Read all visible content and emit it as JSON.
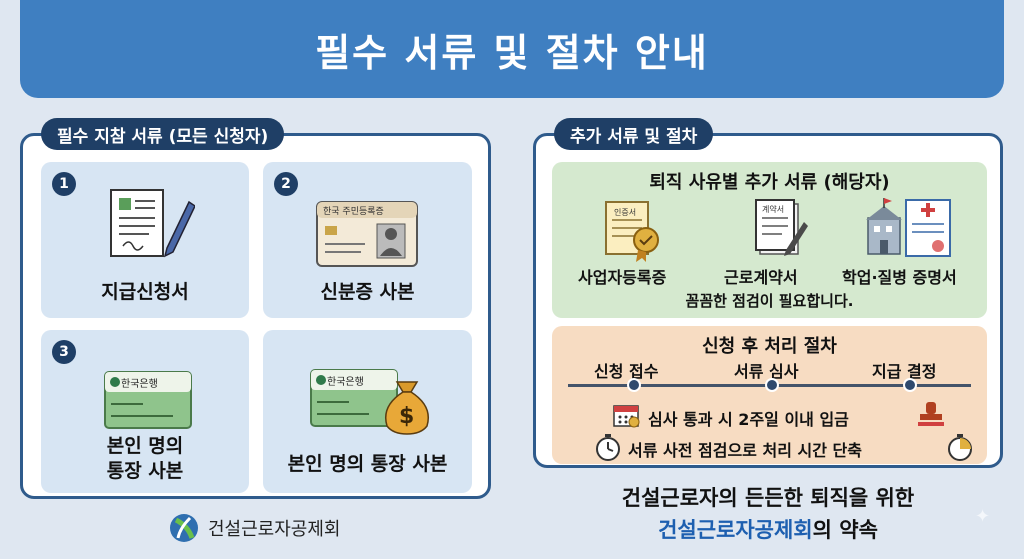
{
  "title": "필수 서류 및 절차 안내",
  "left_panel": {
    "heading": "필수 지참 서류 (모든 신청자)",
    "cards": [
      {
        "num": "1",
        "label": "지급신청서"
      },
      {
        "num": "2",
        "label": "신분증 사본",
        "card_text": "한국 주민등록증"
      },
      {
        "num": "3",
        "label_line1": "본인 명의",
        "label_line2": "통장 사본",
        "bank": "한국은행"
      },
      {
        "label": "본인 명의 통장 사본",
        "bank": "한국은행",
        "bag_symbol": "$"
      }
    ]
  },
  "right_panel": {
    "heading": "추가 서류 및 절차",
    "extra_docs": {
      "title": "퇴직 사유별 추가 서류 (해당자)",
      "docs": [
        {
          "label": "사업자등록증",
          "tag": "인증서"
        },
        {
          "label": "근로계약서",
          "tag": "계약서"
        },
        {
          "label": "학업·질병 증명서"
        }
      ],
      "note": "꼼꼼한 점검이 필요합니다."
    },
    "process": {
      "title": "신청 후 처리 절차",
      "steps": [
        "신청 접수",
        "서류 심사",
        "지급 결정"
      ],
      "info1": "심사 통과 시 2주일 이내 입금",
      "info2": "서류 사전 점검으로 처리 시간 단축"
    }
  },
  "footer": {
    "org_name": "건설근로자공제회",
    "slogan_line1": "건설근로자의 든든한 퇴직을 위한",
    "slogan_line2_highlight": "건설근로자공제회",
    "slogan_line2_rest": "의 약속"
  },
  "colors": {
    "banner": "#3f7fc1",
    "navy": "#1f3f66",
    "card_blue": "#d7e5f3",
    "green_box": "#d5e9cf",
    "peach_box": "#f7dcc2",
    "highlight": "#1d5fb0"
  }
}
